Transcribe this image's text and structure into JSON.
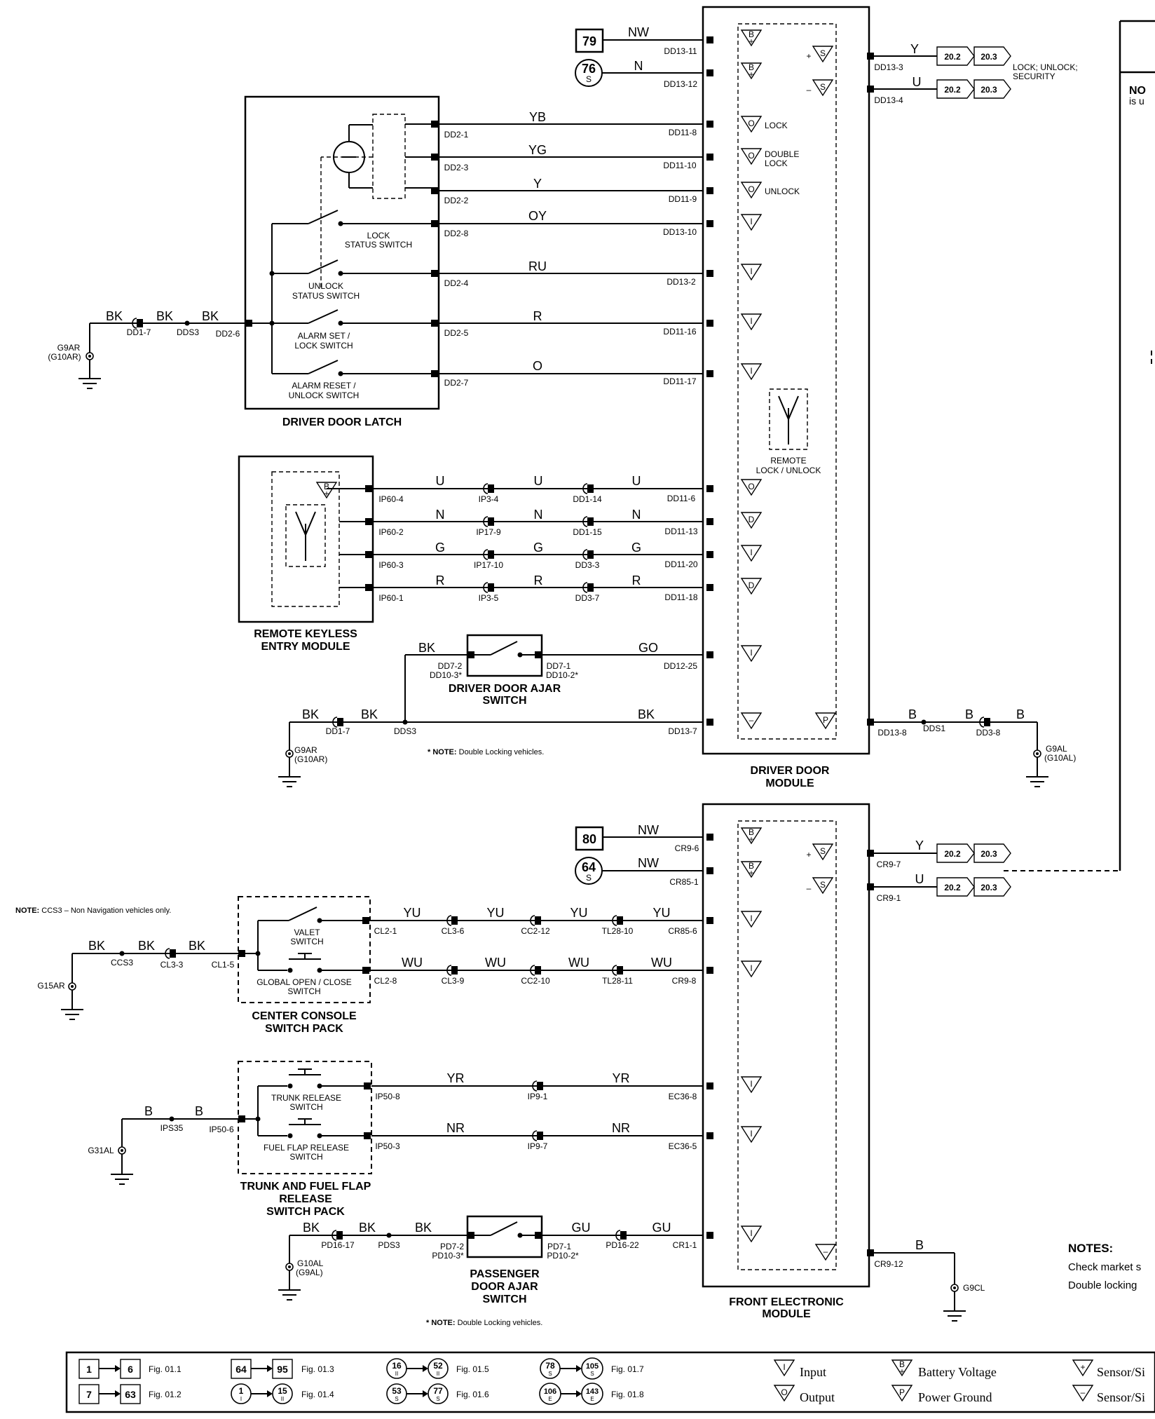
{
  "connectors": {
    "rk": "79",
    "r76": "76",
    "r76s": "S",
    "dd13_11": "DD13-11",
    "dd13_12": "DD13-12",
    "dd2_1": "DD2-1",
    "dd2_3": "DD2-3",
    "dd2_2": "DD2-2",
    "dd2_8": "DD2-8",
    "dd2_4": "DD2-4",
    "dd2_5": "DD2-5",
    "dd2_7": "DD2-7",
    "dd2_6": "DD2-6",
    "dd11_8": "DD11-8",
    "dd11_10": "DD11-10",
    "dd11_9": "DD11-9",
    "dd13_10": "DD13-10",
    "dd13_2": "DD13-2",
    "dd11_16": "DD11-16",
    "dd11_17": "DD11-17",
    "dd1_7": "DD1-7",
    "dds3": "DDS3",
    "ip60_4": "IP60-4",
    "ip60_2": "IP60-2",
    "ip60_3": "IP60-3",
    "ip60_1": "IP60-1",
    "ip3_4": "IP3-4",
    "ip17_9": "IP17-9",
    "ip17_10": "IP17-10",
    "ip3_5": "IP3-5",
    "dd1_14": "DD1-14",
    "dd1_15": "DD1-15",
    "dd3_3": "DD3-3",
    "dd3_7": "DD3-7",
    "dd11_6": "DD11-6",
    "dd11_13": "DD11-13",
    "dd11_20": "DD11-20",
    "dd11_18": "DD11-18",
    "dd7_2": "DD7-2",
    "dd10_3": "DD10-3*",
    "dd7_1": "DD7-1",
    "dd10_2": "DD10-2*",
    "dd12_25": "DD12-25",
    "dd1_7b": "DD1-7",
    "dds3b": "DDS3",
    "dd13_7": "DD13-7",
    "dd13_3": "DD13-3",
    "dd13_4": "DD13-4",
    "dd13_8": "DD13-8",
    "dds1": "DDS1",
    "dd3_8": "DD3-8",
    "r80": "80",
    "r64": "64",
    "r64s": "S",
    "cr9_6": "CR9-6",
    "cr85_1": "CR85-1",
    "cr9_7": "CR9-7",
    "cr9_1": "CR9-1",
    "cl2_1": "CL2-1",
    "cl3_6": "CL3-6",
    "cc2_12": "CC2-12",
    "tl28_10": "TL28-10",
    "cr85_6": "CR85-6",
    "cl2_8": "CL2-8",
    "cl3_9": "CL3-9",
    "cc2_10": "CC2-10",
    "tl28_11": "TL28-11",
    "cr9_8": "CR9-8",
    "ccs3": "CCS3",
    "cl3_3": "CL3-3",
    "cl1_5": "CL1-5",
    "ip50_8": "IP50-8",
    "ip9_1": "IP9-1",
    "ec36_8": "EC36-8",
    "ip50_3": "IP50-3",
    "ip9_7": "IP9-7",
    "ec36_5": "EC36-5",
    "ips35": "IPS35",
    "ip50_6": "IP50-6",
    "pd16_17": "PD16-17",
    "pds3": "PDS3",
    "pd7_2": "PD7-2",
    "pd10_3": "PD10-3*",
    "pd7_1": "PD7-1",
    "pd10_2": "PD10-2*",
    "pd16_22": "PD16-22",
    "cr1_1": "CR1-1",
    "cr9_12": "CR9-12",
    "ref20_2": "20.2",
    "ref20_3": "20.3"
  },
  "wires": {
    "nw": "NW",
    "n": "N",
    "yb": "YB",
    "yg": "YG",
    "y": "Y",
    "oy": "OY",
    "ru": "RU",
    "r": "R",
    "o": "O",
    "bk": "BK",
    "u": "U",
    "g": "G",
    "go": "GO",
    "b": "B",
    "yu": "YU",
    "wu": "WU",
    "yr": "YR",
    "nr": "NR",
    "gu": "GU"
  },
  "grounds": {
    "g9ar": "G9AR",
    "g10ar_p": "(G10AR)",
    "g9al": "G9AL",
    "g10al_p": "(G10AL)",
    "g15ar": "G15AR",
    "g31al": "G31AL",
    "g10al": "G10AL",
    "g9al_p": "(G9AL)",
    "g9cl": "G9CL"
  },
  "labels": {
    "lock": "LOCK",
    "double": "DOUBLE",
    "lock2": "LOCK",
    "unlock": "UNLOCK",
    "lock_status_1": "LOCK",
    "lock_status_2": "STATUS SWITCH",
    "unlock_status_1": "UNLOCK",
    "unlock_status_2": "STATUS SWITCH",
    "alarm_set_1": "ALARM SET /",
    "alarm_set_2": "LOCK SWITCH",
    "alarm_reset_1": "ALARM RESET /",
    "alarm_reset_2": "UNLOCK SWITCH",
    "remote_1": "REMOTE",
    "remote_2": "LOCK / UNLOCK",
    "lock_unlock_1": "LOCK; UNLOCK;",
    "lock_unlock_2": "SECURITY",
    "valet_1": "VALET",
    "valet_2": "SWITCH",
    "global_1": "GLOBAL OPEN / CLOSE",
    "global_2": "SWITCH",
    "trunk_1": "TRUNK RELEASE",
    "trunk_2": "SWITCH",
    "fuel_1": "FUEL FLAP RELEASE",
    "fuel_2": "SWITCH"
  },
  "titles": {
    "driver_latch": "DRIVER DOOR LATCH",
    "rke_1": "REMOTE KEYLESS",
    "rke_2": "ENTRY MODULE",
    "dd_ajar_1": "DRIVER DOOR AJAR",
    "dd_ajar_2": "SWITCH",
    "ddm_1": "DRIVER DOOR",
    "ddm_2": "MODULE",
    "ccsp_1": "CENTER CONSOLE",
    "ccsp_2": "SWITCH PACK",
    "tfsp_1": "TRUNK AND FUEL FLAP",
    "tfsp_2": "RELEASE",
    "tfsp_3": "SWITCH PACK",
    "pd_ajar_1": "PASSENGER",
    "pd_ajar_2": "DOOR AJAR",
    "pd_ajar_3": "SWITCH",
    "fem_1": "FRONT ELECTRONIC",
    "fem_2": "MODULE"
  },
  "notes": {
    "dbl_1_bold": "* NOTE:",
    "dbl_1_text": " Double Locking vehicles.",
    "dbl_2_bold": "* NOTE:",
    "dbl_2_text": " Double Locking vehicles.",
    "ccs3_bold": "NOTE:",
    "ccs3_text": " CCS3 – Non Navigation vehicles only.",
    "right_no": "NO",
    "right_isu": "is u",
    "notes_head": "NOTES:",
    "notes_1": "Check market s",
    "notes_2": "Double locking"
  },
  "pin_symbols": {
    "b": "B",
    "plus": "+",
    "minus": "–",
    "s": "S",
    "o": "O",
    "i": "I",
    "d": "D",
    "p": "P"
  },
  "legend": {
    "r1_from": "1",
    "r1_to": "6",
    "r1_fig": "Fig. 01.1",
    "r2_from": "7",
    "r2_to": "63",
    "r2_fig": "Fig. 01.2",
    "r3_from": "64",
    "r3_to": "95",
    "r3_fig": "Fig. 01.3",
    "r4_from": "1",
    "r4_fs": "I",
    "r4_to": "15",
    "r4_ts": "II",
    "r4_fig": "Fig. 01.4",
    "r5_from": "16",
    "r5_fs": "II",
    "r5_to": "52",
    "r5_ts": "II",
    "r5_fig": "Fig. 01.5",
    "r6_from": "53",
    "r6_fs": "S",
    "r6_to": "77",
    "r6_ts": "S",
    "r6_fig": "Fig. 01.6",
    "r7_from": "78",
    "r7_fs": "S",
    "r7_to": "105",
    "r7_ts": "S",
    "r7_fig": "Fig. 01.7",
    "r8_from": "106",
    "r8_fs": "E",
    "r8_to": "143",
    "r8_ts": "E",
    "r8_fig": "Fig. 01.8",
    "input": "Input",
    "output": "Output",
    "battery": "Battery Voltage",
    "power_ground": "Power Ground",
    "sensor_a": "Sensor/Si",
    "sensor_b": "Sensor/Si"
  }
}
